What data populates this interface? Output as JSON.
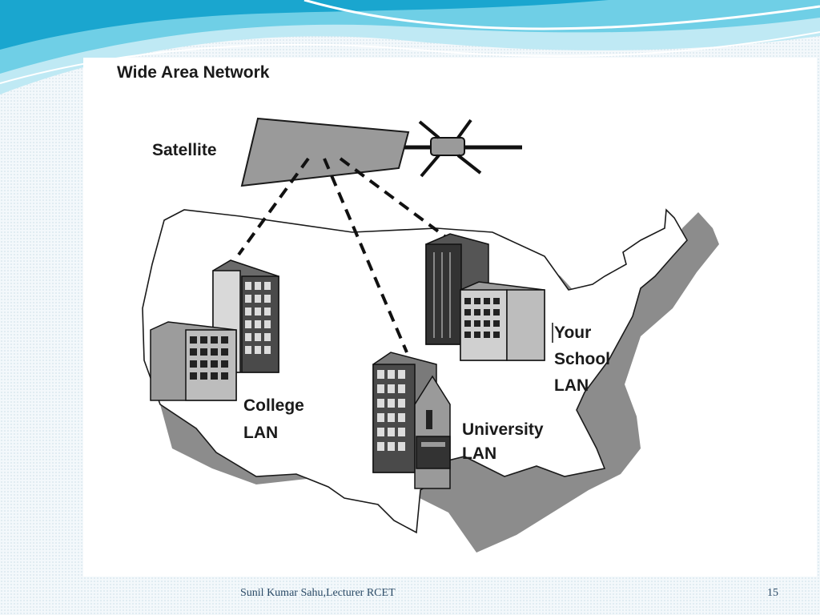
{
  "slide": {
    "title": "Wide Area Network",
    "labels": {
      "satellite": "Satellite",
      "college": [
        "College",
        "LAN"
      ],
      "university": [
        "University",
        "LAN"
      ],
      "school": [
        "Your",
        "School",
        "LAN"
      ]
    },
    "footer": {
      "author": "Sunil Kumar Sahu,Lecturer RCET",
      "page_number": "15"
    }
  },
  "colors": {
    "wave_light": "#bfe9f4",
    "wave_mid": "#6fcfe6",
    "wave_dark": "#1aa6cf",
    "map_shadow": "#8c8c8c",
    "satellite_fill": "#9a9a9a"
  }
}
